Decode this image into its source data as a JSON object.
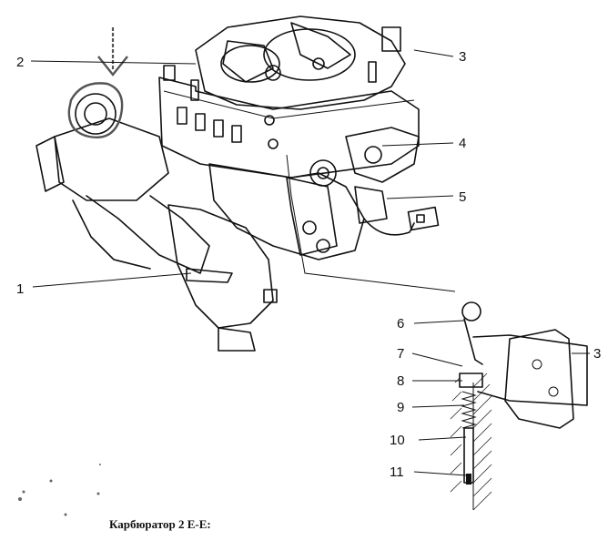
{
  "caption": "Карбюратор 2 Е-Е:",
  "callouts": [
    {
      "id": "1",
      "label": "1"
    },
    {
      "id": "2",
      "label": "2"
    },
    {
      "id": "3a",
      "label": "3"
    },
    {
      "id": "4",
      "label": "4"
    },
    {
      "id": "5",
      "label": "5"
    },
    {
      "id": "6",
      "label": "6"
    },
    {
      "id": "7",
      "label": "7"
    },
    {
      "id": "8",
      "label": "8"
    },
    {
      "id": "9",
      "label": "9"
    },
    {
      "id": "10",
      "label": "10"
    },
    {
      "id": "3b",
      "label": "3"
    },
    {
      "id": "11",
      "label": "11"
    }
  ],
  "annotation_color": "#555555"
}
